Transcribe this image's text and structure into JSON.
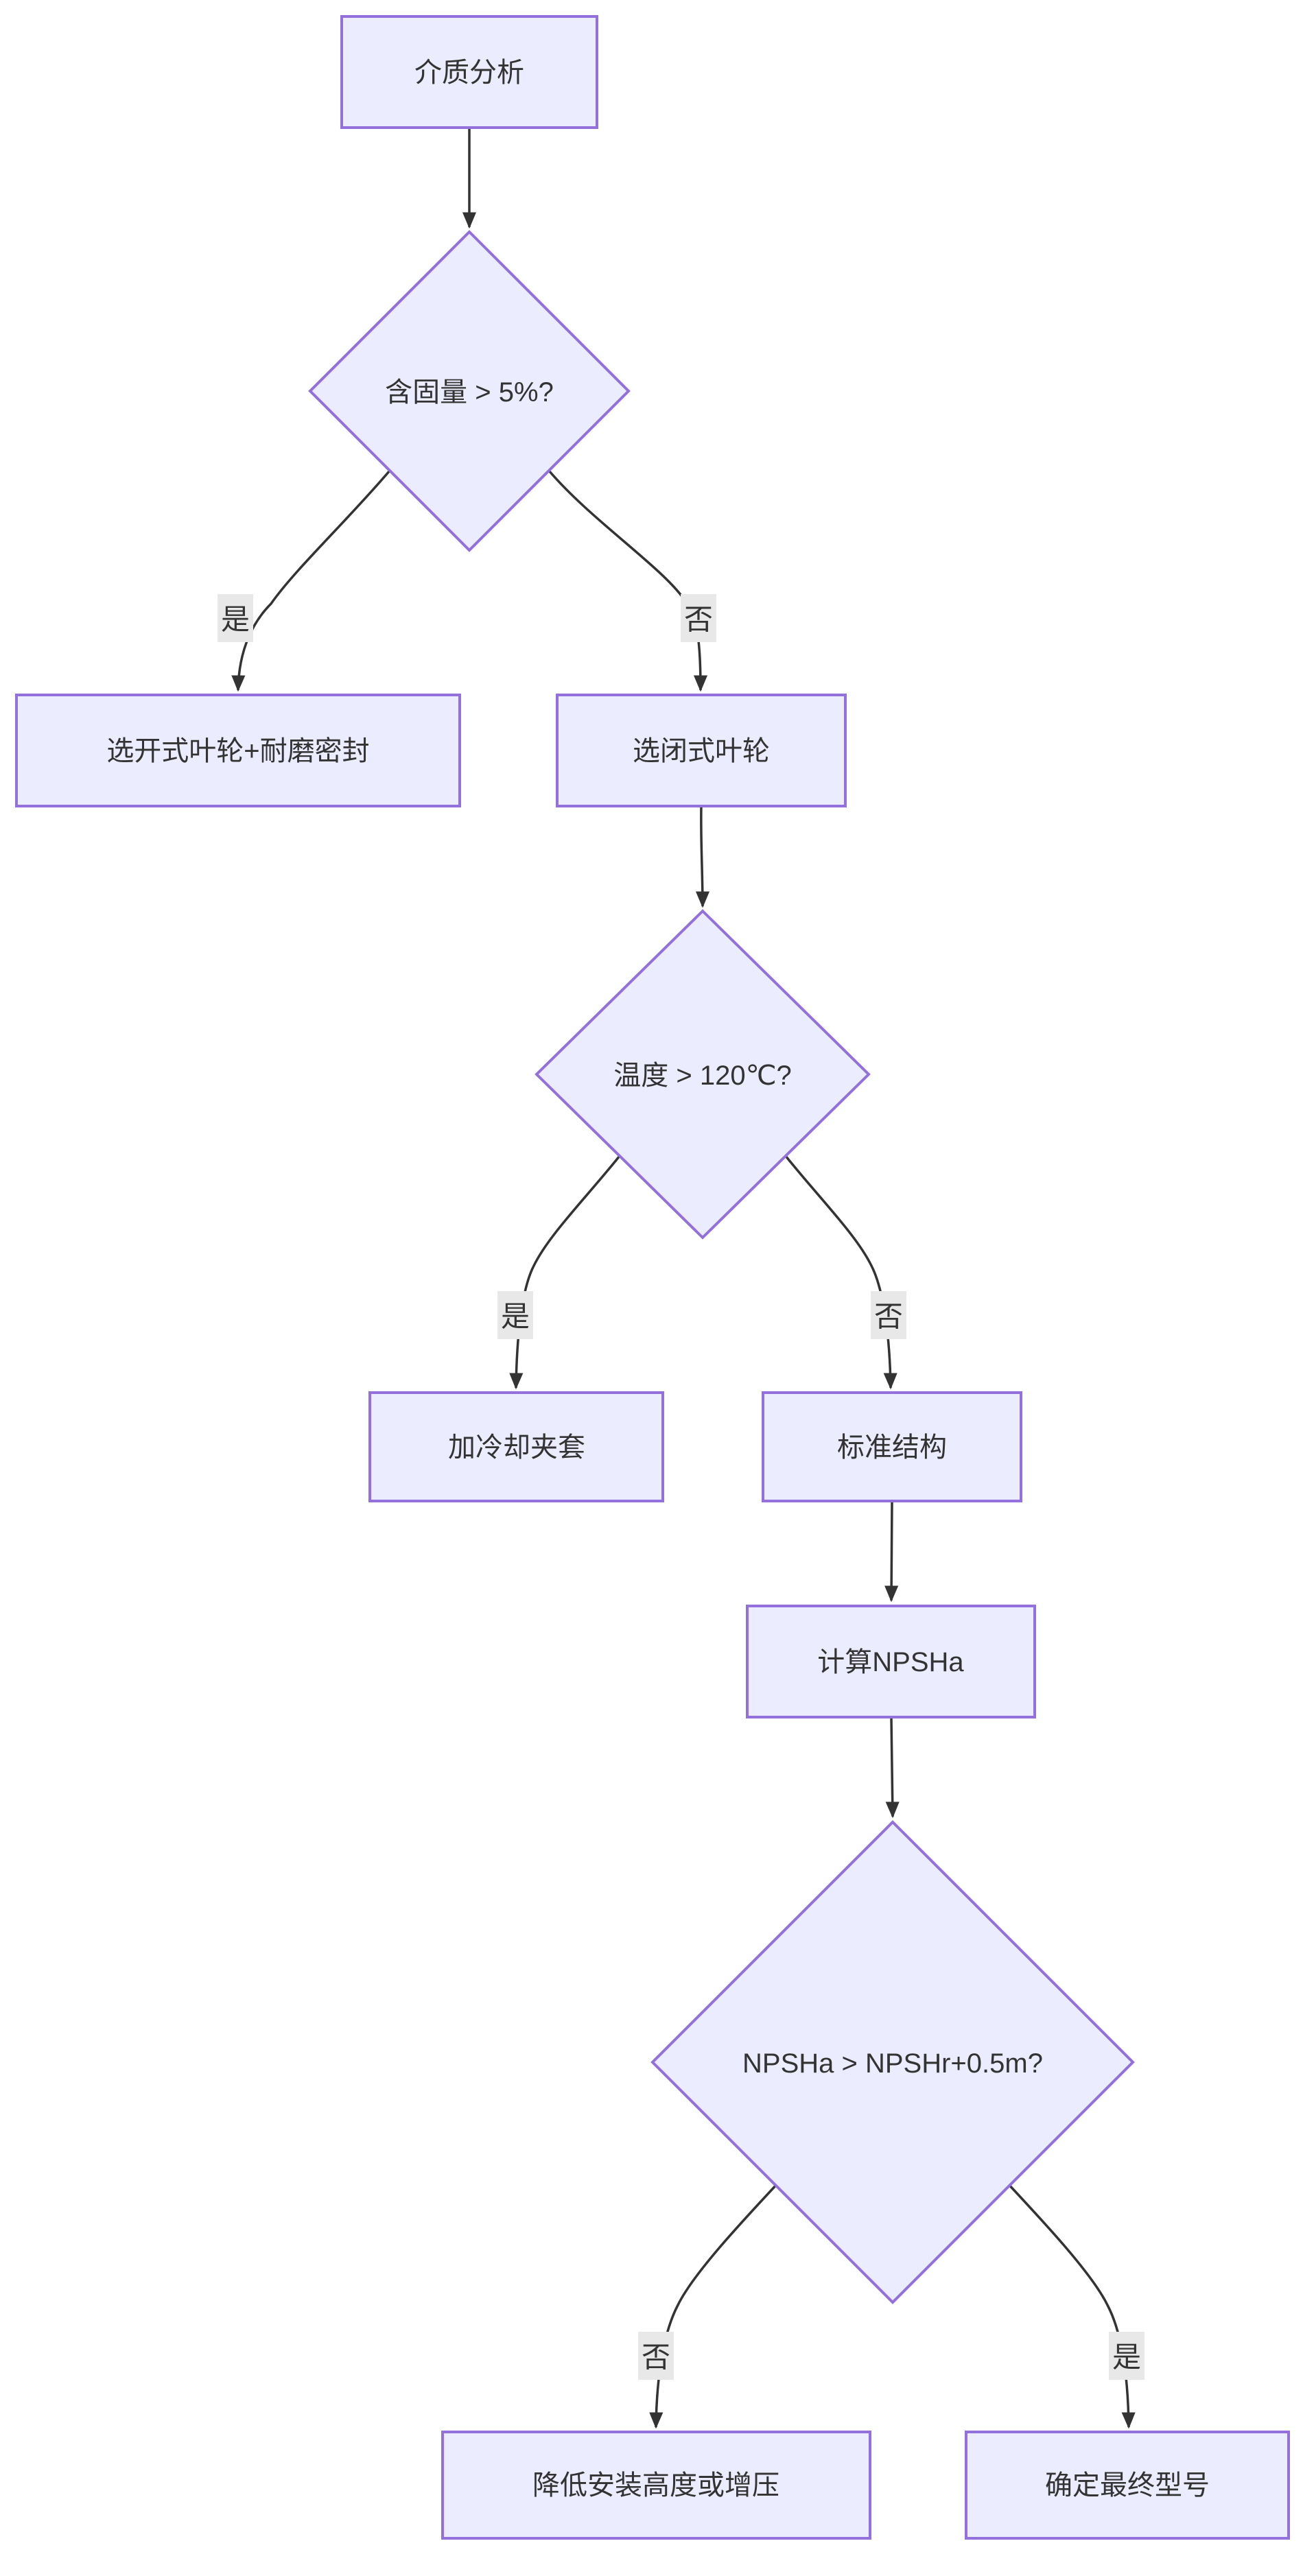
{
  "diagram": {
    "type": "flowchart",
    "direction": "top-down",
    "colors": {
      "background": "#FFFFFF",
      "node_fill": "#ECECFF",
      "node_border": "#9370DB",
      "edge": "#333333",
      "edge_label_bg": "#E8E8E8",
      "text": "#333333"
    },
    "nodes": [
      {
        "id": "A",
        "type": "rect",
        "label": "介质分析"
      },
      {
        "id": "B",
        "type": "diamond",
        "label": "含固量 > 5%?"
      },
      {
        "id": "C",
        "type": "rect",
        "label": "选开式叶轮+耐磨密封"
      },
      {
        "id": "D",
        "type": "rect",
        "label": "选闭式叶轮"
      },
      {
        "id": "E",
        "type": "diamond",
        "label": "温度 > 120℃?"
      },
      {
        "id": "F",
        "type": "rect",
        "label": "加冷却夹套"
      },
      {
        "id": "G",
        "type": "rect",
        "label": "标准结构"
      },
      {
        "id": "H",
        "type": "rect",
        "label": "计算NPSHa"
      },
      {
        "id": "I",
        "type": "diamond",
        "label": "NPSHa > NPSHr+0.5m?"
      },
      {
        "id": "J",
        "type": "rect",
        "label": "降低安装高度或增压"
      },
      {
        "id": "K",
        "type": "rect",
        "label": "确定最终型号"
      }
    ],
    "edges": [
      {
        "from": "A",
        "to": "B",
        "label": ""
      },
      {
        "from": "B",
        "to": "C",
        "label": "是"
      },
      {
        "from": "B",
        "to": "D",
        "label": "否"
      },
      {
        "from": "D",
        "to": "E",
        "label": ""
      },
      {
        "from": "E",
        "to": "F",
        "label": "是"
      },
      {
        "from": "E",
        "to": "G",
        "label": "否"
      },
      {
        "from": "G",
        "to": "H",
        "label": ""
      },
      {
        "from": "H",
        "to": "I",
        "label": ""
      },
      {
        "from": "I",
        "to": "J",
        "label": "否"
      },
      {
        "from": "I",
        "to": "K",
        "label": "是"
      }
    ]
  }
}
